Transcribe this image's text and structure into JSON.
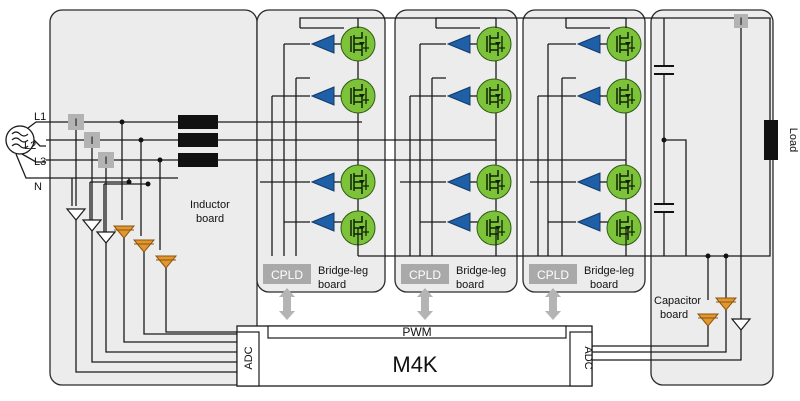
{
  "source": {
    "lines": [
      "L1",
      "L2",
      "L3",
      "N"
    ]
  },
  "sensor_symbol": "I",
  "inductor_board": {
    "label_line1": "Inductor",
    "label_line2": "board"
  },
  "bridge_legs": [
    {
      "cpld": "CPLD",
      "label_line1": "Bridge-leg",
      "label_line2": "board"
    },
    {
      "cpld": "CPLD",
      "label_line1": "Bridge-leg",
      "label_line2": "board"
    },
    {
      "cpld": "CPLD",
      "label_line1": "Bridge-leg",
      "label_line2": "board"
    }
  ],
  "capacitor_board": {
    "label_line1": "Capacitor",
    "label_line2": "board"
  },
  "load": {
    "label": "Load"
  },
  "controller": {
    "name": "M4K",
    "pwm": "PWM",
    "adc_left": "ADC",
    "adc_right": "ADC"
  },
  "colors": {
    "board_fill": "#ececec",
    "sensor_box": "#b3b3b3",
    "gate_driver": "#1f5fa8",
    "mosfet": "#7cc33a",
    "current_amp": "#e3962e",
    "cpld_box": "#a9a9a9",
    "bus_arrow": "#b4b4b4"
  },
  "icons": [
    "ac-source-icon",
    "current-sensor-icon",
    "inductor-icon",
    "gate-driver-icon",
    "mosfet-icon",
    "capacitor-icon",
    "amplifier-icon",
    "bus-arrow-icon"
  ]
}
